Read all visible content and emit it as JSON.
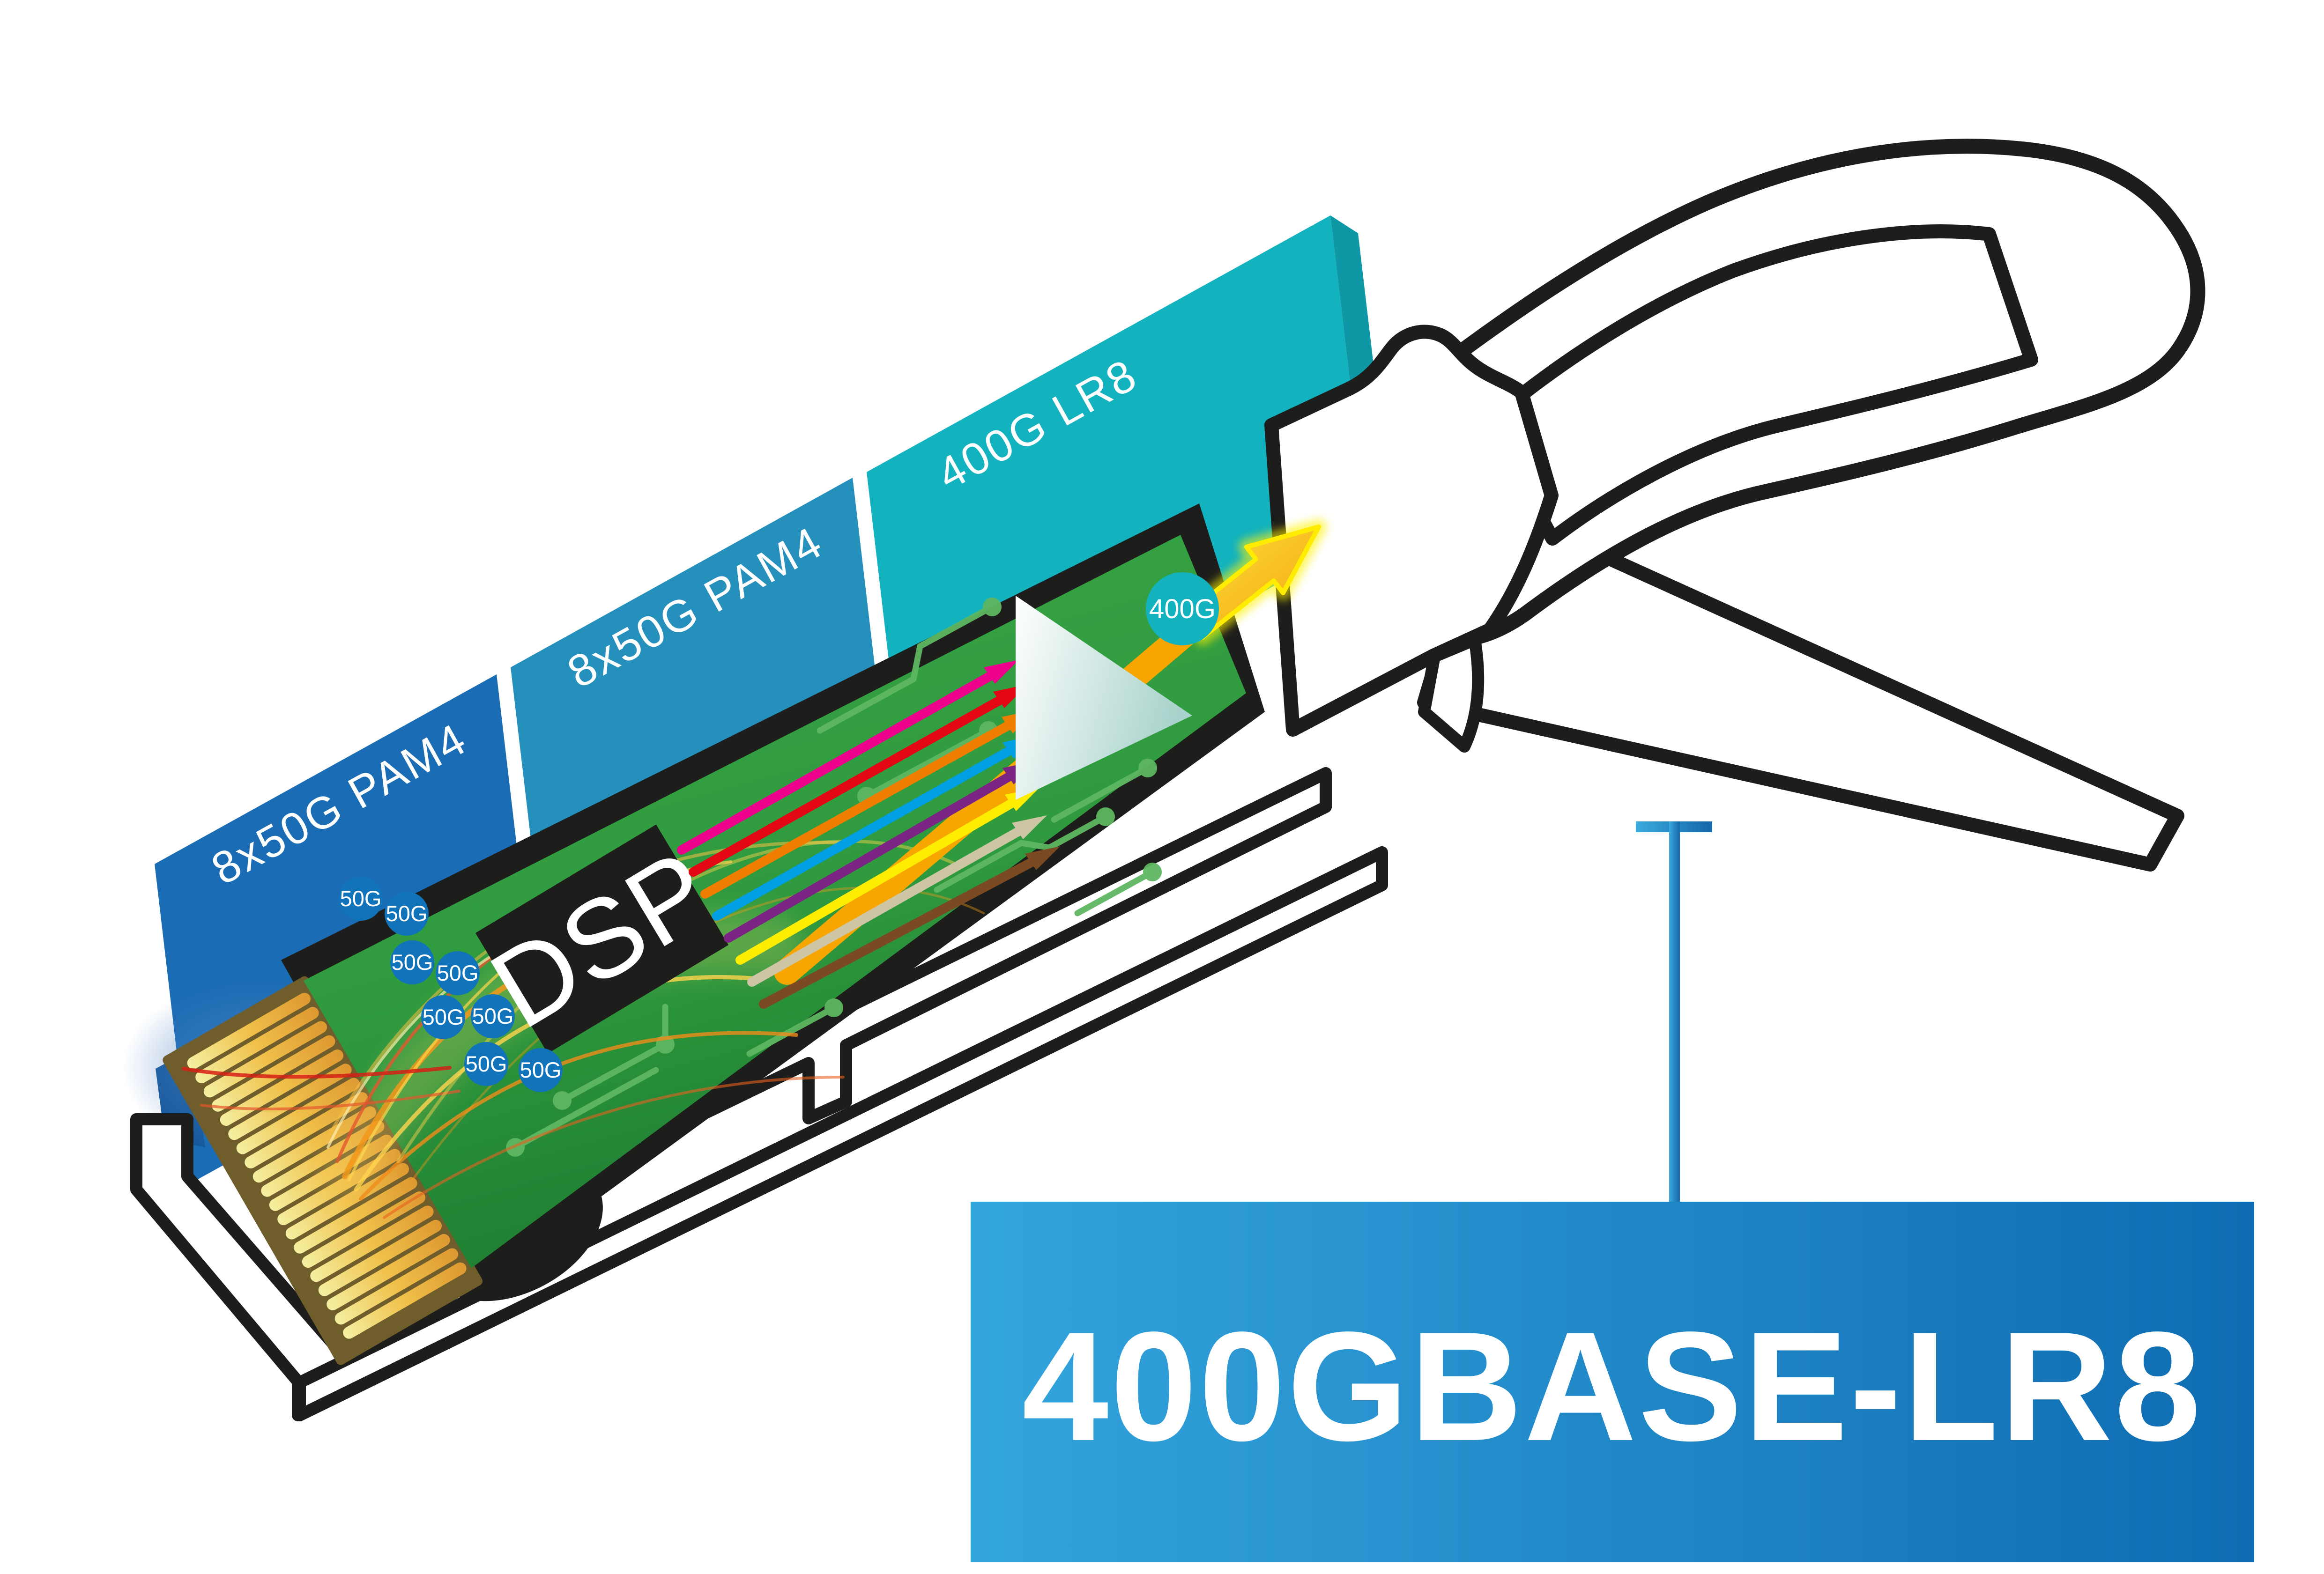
{
  "figure": {
    "banners": [
      {
        "label": "8x50G PAM4",
        "color": "#1a6cb4"
      },
      {
        "label": "8x50G PAM4",
        "color": "#2490bb"
      },
      {
        "label": "400G LR8",
        "color": "#12b2be"
      }
    ],
    "chip": {
      "label": "DSP",
      "color": "#1d1d1b"
    },
    "lane_badges": [
      {
        "label": "50G"
      },
      {
        "label": "50G"
      },
      {
        "label": "50G"
      },
      {
        "label": "50G"
      },
      {
        "label": "50G"
      },
      {
        "label": "50G"
      },
      {
        "label": "50G"
      },
      {
        "label": "50G"
      }
    ],
    "aggregate_badge": {
      "label": "400G",
      "color": "#12b2be"
    },
    "label_box": {
      "label": "400GBASE-LR8",
      "gradient_start": "#33a5dd",
      "gradient_end": "#0f6cb2"
    },
    "colors": {
      "lane_badge_blue": "#1173b9",
      "pcb_green": "#3aa747",
      "pcb_trace_green": "#5eb761",
      "outline_black": "#1d1d1b",
      "gold_finger": "#f0c04a",
      "arrow_yellow": "#ffd200",
      "signal_lanes": [
        "#ec008c",
        "#e30613",
        "#ef7d00",
        "#009fe3",
        "#7c2483",
        "#ffed00",
        "#cdc5a3",
        "#7b4a22"
      ]
    }
  }
}
